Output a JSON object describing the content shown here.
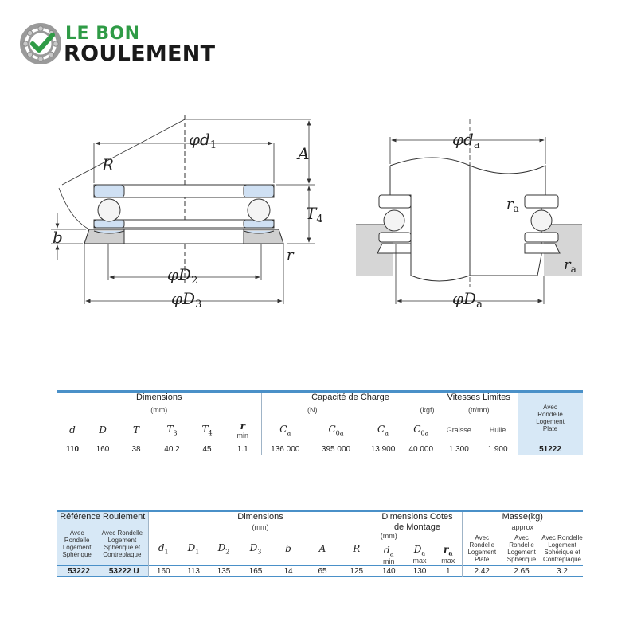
{
  "logo": {
    "line1": "LE BON",
    "line2": "ROULEMENT",
    "colors": {
      "green": "#2f9b46",
      "dark": "#1a1a1a"
    }
  },
  "drawing": {
    "labels": {
      "phi": "φ",
      "d1": "d",
      "d1_sub": "1",
      "A": "A",
      "R": "R",
      "T4": "T",
      "T4_sub": "4",
      "b": "b",
      "r": "r",
      "D2": "D",
      "D2_sub": "2",
      "D3": "D",
      "D3_sub": "3",
      "da": "d",
      "da_sub": "a",
      "ra": "r",
      "ra_sub": "a",
      "Da": "D",
      "Da_sub": "a",
      "ra2": "r",
      "ra2_sub": "a"
    }
  },
  "table1": {
    "headers": {
      "dimensions": "Dimensions",
      "dimensions_unit": "(mm)",
      "capacity": "Capacité de Charge",
      "capacity_unit_n": "(N)",
      "capacity_unit_kgf": "(kgf)",
      "speeds": "Vitesses Limites",
      "speeds_unit": "(tr/mn)",
      "ref_col": [
        "Avec",
        "Rondelle",
        "Logement",
        "Plate"
      ]
    },
    "columns": {
      "d": "d",
      "D": "D",
      "T": "T",
      "T3": "T",
      "T3_sub": "3",
      "T4": "T",
      "T4_sub": "4",
      "r": "r",
      "r_min": "min",
      "Ca": "C",
      "Ca_sub": "a",
      "C0a": "C",
      "C0a_sub": "0a",
      "Ca2": "C",
      "Ca2_sub": "a",
      "C0a2": "C",
      "C0a2_sub": "0a",
      "grease": "Graisse",
      "oil": "Huile"
    },
    "row": [
      "110",
      "160",
      "38",
      "40.2",
      "45",
      "1.1",
      "136 000",
      "395 000",
      "13 900",
      "40 000",
      "1 300",
      "1 900",
      "51222"
    ]
  },
  "table2": {
    "headers": {
      "reference": "Référence Roulement",
      "ref_col1": [
        "Avec",
        "Rondelle",
        "Logement",
        "Sphérique"
      ],
      "ref_col2": [
        "Avec Rondelle",
        "Logement",
        "Sphérique et",
        "Contreplaque"
      ],
      "dimensions": "Dimensions",
      "dimensions_unit": "(mm)",
      "mounting": [
        "Dimensions Cotes",
        "de Montage"
      ],
      "mounting_unit": "(mm)",
      "mass": "Masse(kg)",
      "mass_sub": "approx",
      "mass_col1": [
        "Avec",
        "Rondelle",
        "Logement",
        "Plate"
      ],
      "mass_col2": [
        "Avec",
        "Rondelle",
        "Logement",
        "Sphérique"
      ],
      "mass_col3": [
        "Avec Rondelle",
        "Logement",
        "Sphérique et",
        "Contreplaque"
      ]
    },
    "columns": {
      "d1": "d",
      "d1_sub": "1",
      "D1": "D",
      "D1_sub": "1",
      "D2": "D",
      "D2_sub": "2",
      "D3": "D",
      "D3_sub": "3",
      "b": "b",
      "A": "A",
      "R": "R",
      "da": "d",
      "da_sub": "a",
      "da_lim": "min",
      "Da": "D",
      "Da_sub": "a",
      "Da_lim": "max",
      "ra": "r",
      "ra_sub": "a",
      "ra_lim": "max"
    },
    "row": [
      "53222",
      "53222 U",
      "160",
      "113",
      "135",
      "165",
      "14",
      "65",
      "125",
      "140",
      "130",
      "1",
      "2.42",
      "2.65",
      "3.2"
    ]
  }
}
